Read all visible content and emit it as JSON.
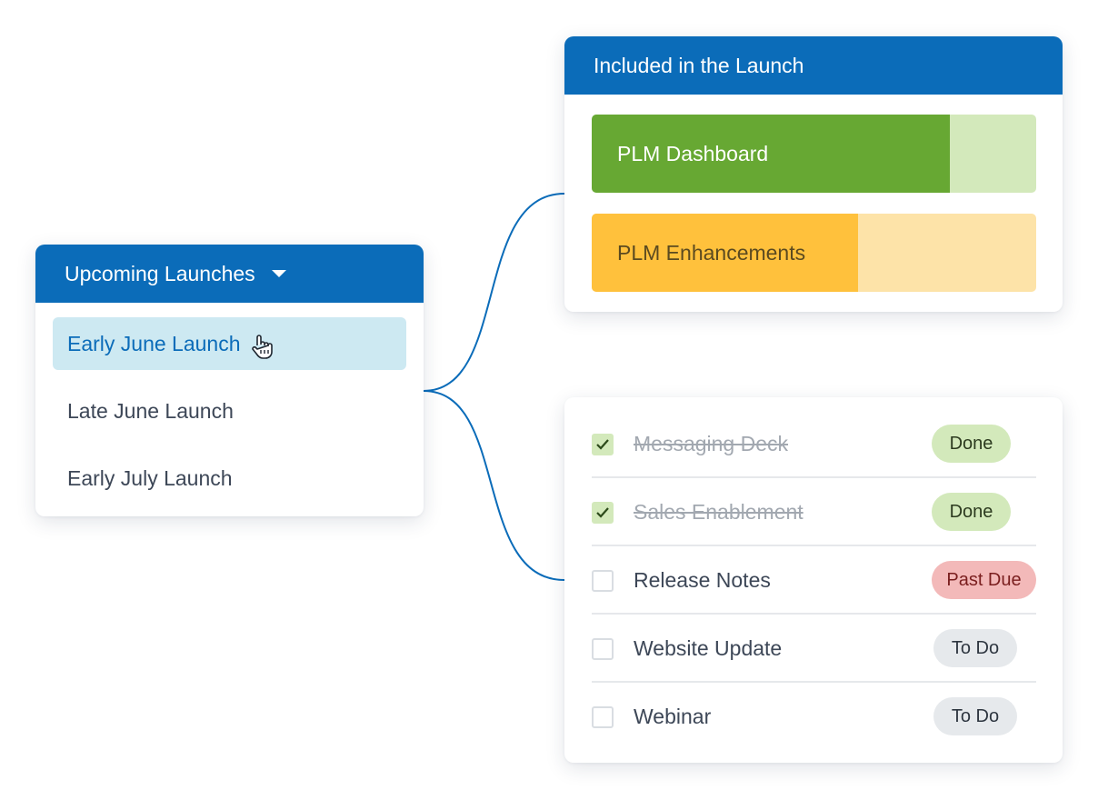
{
  "launches": {
    "title": "Upcoming Launches",
    "items": [
      {
        "label": "Early June Launch",
        "selected": true
      },
      {
        "label": "Late June Launch",
        "selected": false
      },
      {
        "label": "Early July Launch",
        "selected": false
      }
    ]
  },
  "included": {
    "title": "Included in the Launch",
    "bars": [
      {
        "label": "PLM Dashboard",
        "progress": 0.805,
        "fill_color": "#67a833",
        "track_color": "#d3e9bb"
      },
      {
        "label": "PLM Enhancements",
        "progress": 0.6,
        "fill_color": "#ffc13c",
        "track_color": "#fde3a8"
      }
    ]
  },
  "tasks": [
    {
      "label": "Messaging Deck",
      "checked": true,
      "status": "Done"
    },
    {
      "label": "Sales Enablement",
      "checked": true,
      "status": "Done"
    },
    {
      "label": "Release Notes",
      "checked": false,
      "status": "Past Due"
    },
    {
      "label": "Website Update",
      "checked": false,
      "status": "To Do"
    },
    {
      "label": "Webinar",
      "checked": false,
      "status": "To Do"
    }
  ],
  "colors": {
    "header_blue": "#0b6cb9",
    "selected_bg": "#cde9f2",
    "done_green": "#d3e9bb",
    "past_due_red": "#f3b9b9",
    "todo_gray": "#e6e9ec"
  }
}
